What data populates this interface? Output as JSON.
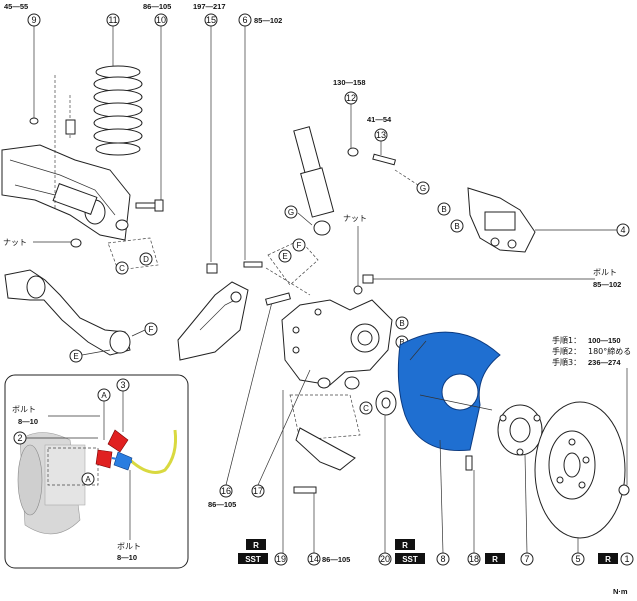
{
  "callouts": [
    {
      "num": "1",
      "torque": ""
    },
    {
      "num": "2",
      "torque": ""
    },
    {
      "num": "3",
      "torque": ""
    },
    {
      "num": "4",
      "torque": ""
    },
    {
      "num": "5",
      "torque": ""
    },
    {
      "num": "6",
      "torque": "85—102"
    },
    {
      "num": "7",
      "torque": ""
    },
    {
      "num": "8",
      "torque": ""
    },
    {
      "num": "9",
      "torque": "45—55"
    },
    {
      "num": "10",
      "torque": "86—105"
    },
    {
      "num": "11",
      "torque": ""
    },
    {
      "num": "12",
      "torque": "130—158"
    },
    {
      "num": "13",
      "torque": "41—54"
    },
    {
      "num": "14",
      "torque": "86—105"
    },
    {
      "num": "15",
      "torque": "197—217"
    },
    {
      "num": "16",
      "torque": "86—105"
    },
    {
      "num": "17",
      "torque": ""
    },
    {
      "num": "18",
      "torque": ""
    },
    {
      "num": "19",
      "torque": ""
    },
    {
      "num": "20",
      "torque": ""
    }
  ],
  "letters": {
    "A": "A",
    "B": "B",
    "C": "C",
    "D": "D",
    "E": "E",
    "F": "F",
    "G": "G"
  },
  "labels": {
    "nut": "ナット",
    "bolt": "ボルト",
    "bolt_torque": "85—102",
    "inset_bolt_torque": "8—10"
  },
  "steps": [
    {
      "label": "手順1：",
      "value": "100—150"
    },
    {
      "label": "手順2：",
      "value": "180°締める"
    },
    {
      "label": "手順3：",
      "value": "236—274"
    }
  ],
  "tags": {
    "R": "R",
    "SST": "SST"
  },
  "unit": "N·m",
  "colors": {
    "shield": "#1f6fd1",
    "red": "#e02020",
    "yellow": "#d9d940",
    "blue": "#2a7de0"
  }
}
